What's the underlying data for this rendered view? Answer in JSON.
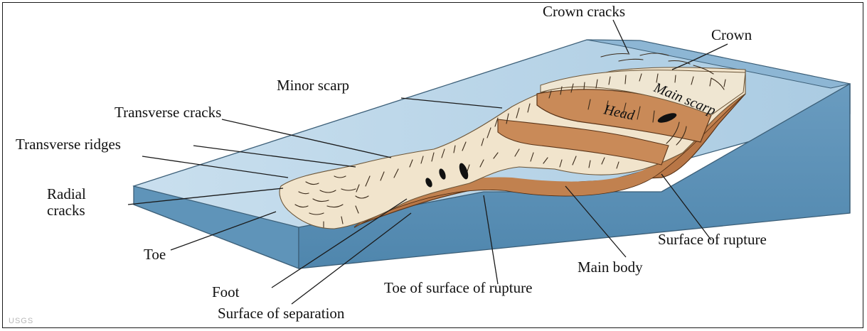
{
  "labels": {
    "crown_cracks": "Crown cracks",
    "crown": "Crown",
    "minor_scarp": "Minor scarp",
    "main_scarp": "Main scarp",
    "head": "Head",
    "transverse_cracks": "Transverse cracks",
    "transverse_ridges": "Transverse ridges",
    "radial_cracks_line1": "Radial",
    "radial_cracks_line2": "cracks",
    "toe": "Toe",
    "surface_of_rupture": "Surface of rupture",
    "main_body": "Main body",
    "foot": "Foot",
    "toe_of_surface_of_rupture": "Toe of surface of rupture",
    "surface_of_separation": "Surface of separation"
  },
  "credit": "USGS",
  "colors": {
    "block_top": "#b9d3e6",
    "block_front": "#5e93b8",
    "block_side": "#79a6c6",
    "slide_body": "#b97a4a",
    "slide_body_light": "#d9a676",
    "displaced_material": "#f2e6d0"
  }
}
